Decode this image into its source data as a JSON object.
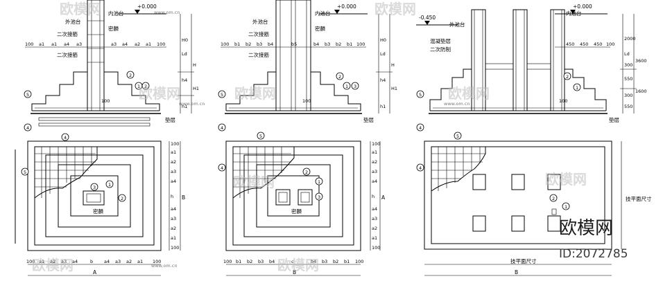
{
  "panels": [
    {
      "id": "A",
      "top_level": "+0.000",
      "labels": [
        "内池台",
        "外池台",
        "密麟",
        "二次接筋",
        "二次接筋"
      ],
      "dims_row": [
        "100",
        "a1",
        "a1",
        "a4",
        "a3",
        "a3",
        "a4",
        "a2",
        "a1",
        "100"
      ],
      "right_dims": [
        "H0",
        "Ld",
        "H",
        "h4",
        "H1",
        "h1"
      ],
      "base_label": "垫层",
      "inner_label": "密麟",
      "plan_side_dims": [
        "100",
        "a1",
        "a2",
        "a3",
        "a4",
        "h",
        "a4",
        "a3",
        "a2",
        "a1",
        "100"
      ],
      "plan_side_label": "B",
      "bottom_dims": [
        "100",
        "a1",
        "a2",
        "a3",
        "a4",
        "b",
        "a4",
        "a3",
        "a2",
        "a1",
        "100"
      ],
      "bottom_label": "A",
      "value_100": "100"
    },
    {
      "id": "B",
      "top_level": "+0.000",
      "labels": [
        "内池台",
        "外池台",
        "密麟",
        "二次接筋",
        "二次接筋"
      ],
      "dims_row": [
        "100",
        "b1",
        "b2",
        "b3",
        "b4",
        "b5",
        "b4",
        "b3",
        "b2",
        "b1",
        "100"
      ],
      "right_dims": [
        "H0",
        "Ld",
        "H",
        "h4",
        "H1",
        "h1"
      ],
      "base_label": "垫层",
      "inner_label": "密麟",
      "plan_side_dims": [
        "100",
        "a1",
        "a2",
        "a3",
        "a4",
        "h",
        "a4",
        "a3",
        "a2",
        "a1",
        "100"
      ],
      "plan_side_label": "A",
      "bottom_dims": [
        "100",
        "b1",
        "b2",
        "b3",
        "b4",
        "c",
        "b4",
        "b3",
        "b2",
        "b1",
        "100"
      ],
      "bottom_label": "B",
      "value_100": "100"
    },
    {
      "id": "C",
      "top_level": "+0.000",
      "left_level": "-0.450",
      "labels": [
        "内池台",
        "外池台",
        "混凝垫层",
        "二次防制"
      ],
      "dims_row": [
        "450",
        "450",
        "450",
        "100"
      ],
      "right_dims": [
        "2000",
        "Ld",
        "300",
        "550",
        "300",
        "550",
        "3600",
        "1600"
      ],
      "base_label": "垫层",
      "plan_side_label": "技平面尺寸",
      "bottom_label": "技平面尺寸",
      "bottom_dim_B": "B",
      "value_100": "100"
    }
  ],
  "callouts": [
    "1",
    "2",
    "3",
    "4",
    "5"
  ],
  "watermark": {
    "brand": "欧模网",
    "id_text": "ID:2072785",
    "url": "www.om.cn"
  }
}
